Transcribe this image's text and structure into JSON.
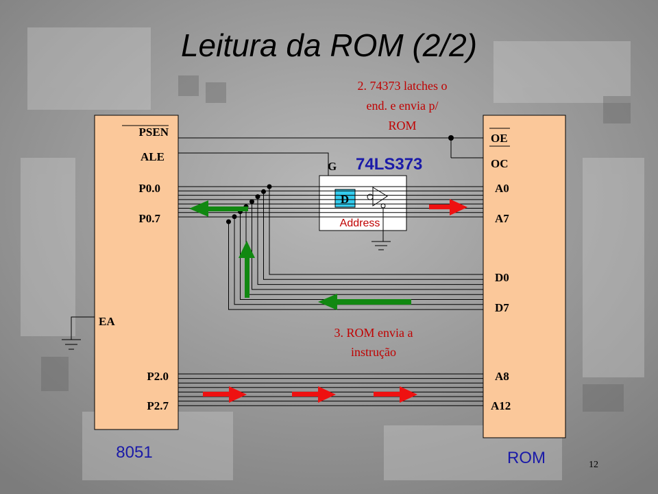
{
  "slide": {
    "title": "Leitura da ROM (2/2)",
    "page_number": "12"
  },
  "mcu": {
    "name": "8051",
    "pins": {
      "psen": "PSEN",
      "ale": "ALE",
      "p00": "P0.0",
      "p07": "P0.7",
      "ea": "EA",
      "p20": "P2.0",
      "p27": "P2.7"
    }
  },
  "rom": {
    "name": "ROM",
    "pins": {
      "oe": "OE",
      "oc": "OC",
      "a0": "A0",
      "a7": "A7",
      "d0": "D0",
      "d7": "D7",
      "a8": "A8",
      "a12": "A12"
    }
  },
  "latch": {
    "name": "74LS373",
    "gate_label": "G",
    "d_label": "D",
    "address_label": "Address"
  },
  "notes": {
    "step2_line1": "2. 74373 latches o",
    "step2_line2": "end. e envia p/",
    "step2_line3": "ROM",
    "step3_line1": "3. ROM envia a",
    "step3_line2": "instrução"
  },
  "colors": {
    "chip_fill": "#fbc89a",
    "latch_fill": "#ffffff",
    "d_box_fill": "#33ccee",
    "arrow_red": "#ee1111",
    "arrow_green": "#118811",
    "note_red": "#c00000",
    "chip_label_blue": "#1a1aa8"
  }
}
